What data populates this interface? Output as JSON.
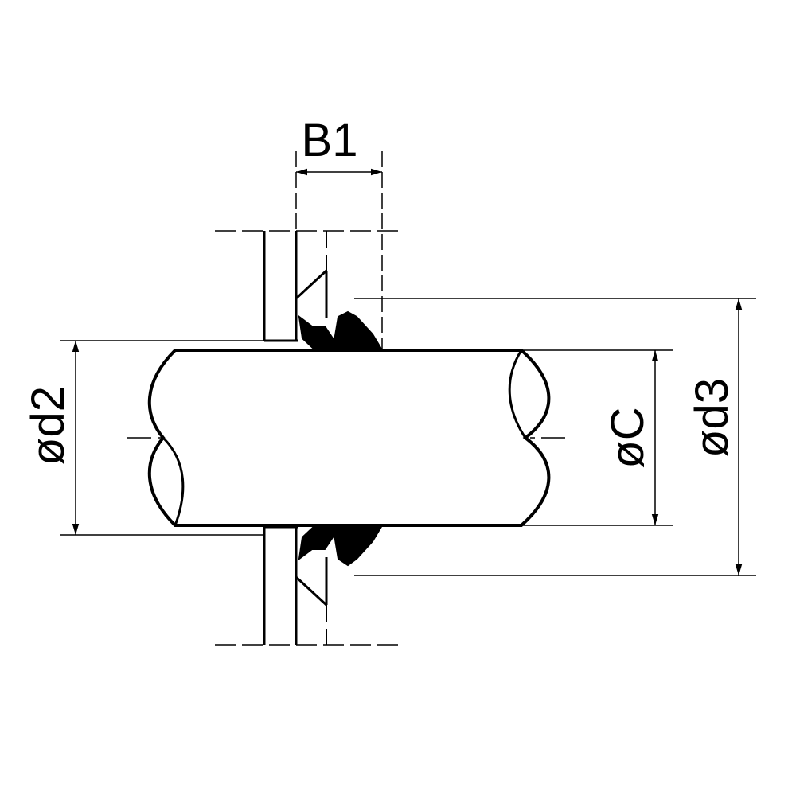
{
  "labels": {
    "b1": "B1",
    "d2": "ød2",
    "c": "øC",
    "d3": "ød3"
  },
  "colors": {
    "ink": "#000000",
    "paper": "#ffffff"
  }
}
